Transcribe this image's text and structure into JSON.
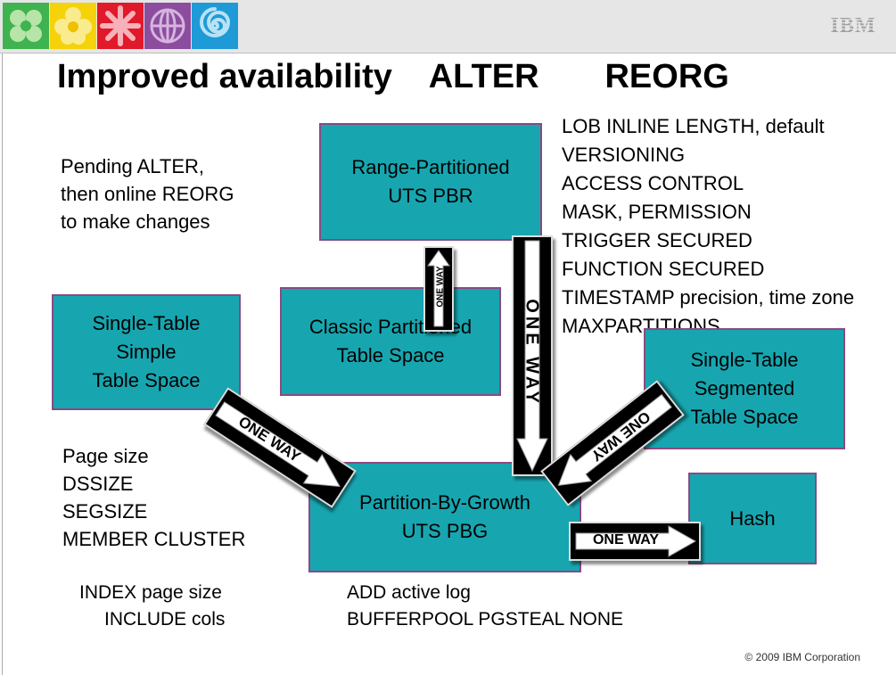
{
  "header": {
    "brand": "IBM",
    "tiles": [
      {
        "icon": "green-flower-icon",
        "color": "#3fb34f"
      },
      {
        "icon": "yellow-flower-icon",
        "color": "#f5d20a"
      },
      {
        "icon": "red-asterisk-icon",
        "color": "#e0192b"
      },
      {
        "icon": "purple-globe-icon",
        "color": "#8c4d9f"
      },
      {
        "icon": "blue-spiral-icon",
        "color": "#1e9bd7"
      }
    ]
  },
  "title": "Improved availability    ALTER       REORG",
  "notes": {
    "pending_alter": [
      "Pending ALTER,",
      "then online REORG",
      "to make changes"
    ],
    "alter_options": [
      "LOB INLINE LENGTH, default",
      "VERSIONING",
      "ACCESS CONTROL",
      "MASK, PERMISSION",
      "TRIGGER SECURED",
      "FUNCTION SECURED",
      "TIMESTAMP precision, time zone",
      "MAXPARTITIONS"
    ],
    "size_options": [
      "Page size",
      "DSSIZE",
      "SEGSIZE",
      "MEMBER CLUSTER"
    ],
    "index_options": [
      "INDEX page size",
      "INCLUDE cols"
    ],
    "log_options": [
      "ADD active log",
      "BUFFERPOOL PGSTEAL NONE"
    ]
  },
  "boxes": {
    "range_partitioned": [
      "Range-Partitioned",
      "UTS  PBR"
    ],
    "classic_partitioned": [
      "Classic Partitioned",
      "Table Space"
    ],
    "single_simple": [
      "Single-Table",
      "Simple",
      "Table Space"
    ],
    "single_segmented": [
      "Single-Table",
      "Segmented",
      "Table Space"
    ],
    "pbg": [
      "Partition-By-Growth",
      "UTS  PBG"
    ],
    "hash": [
      "Hash"
    ]
  },
  "signs": {
    "label": "ONE WAY"
  },
  "footer": {
    "copyright": "© 2009 IBM Corporation"
  },
  "colors": {
    "box_fill": "#17a6b0",
    "box_border": "#8a4a82",
    "header_bg": "#e6e6e6"
  }
}
